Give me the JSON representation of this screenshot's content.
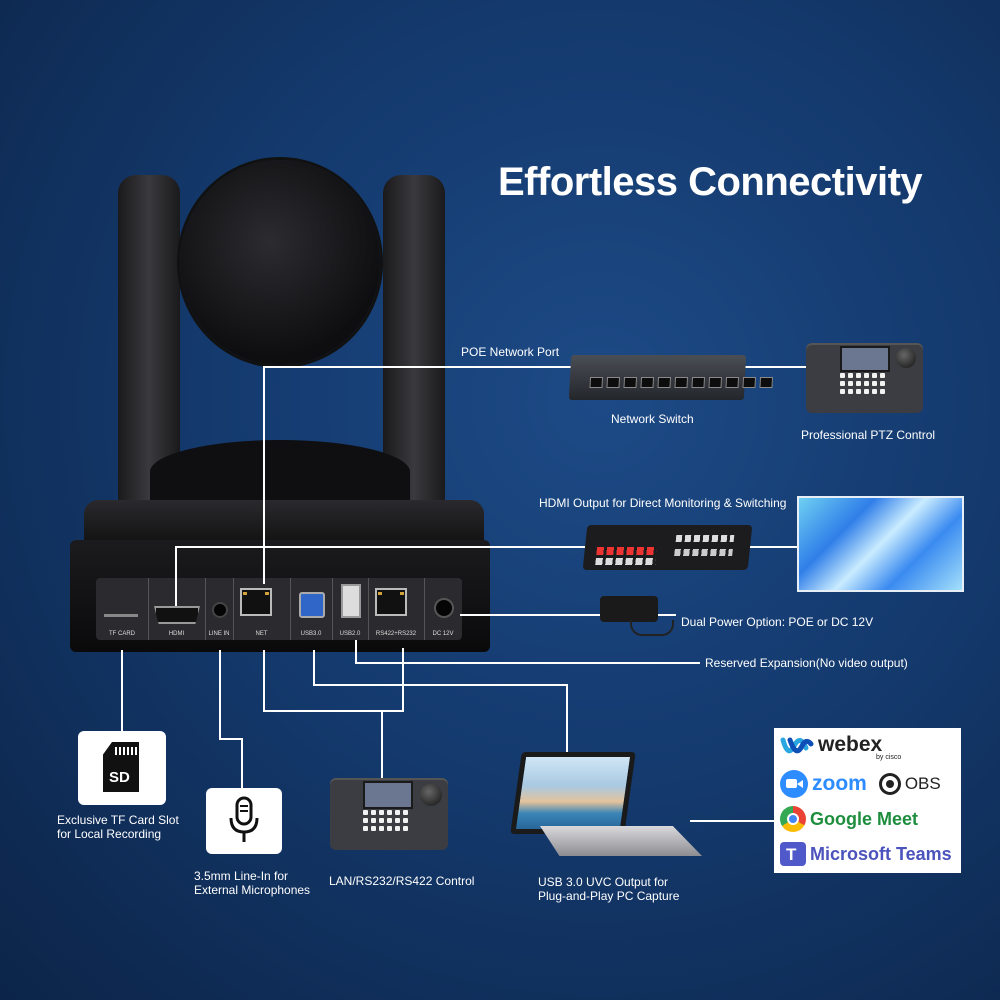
{
  "title": "Effortless Connectivity",
  "camera": {
    "ports": [
      {
        "label": "TF CARD"
      },
      {
        "label": "HDMI"
      },
      {
        "label": "LINE IN"
      },
      {
        "label": "NET"
      },
      {
        "label": "USB3.0"
      },
      {
        "label": "USB2.0"
      },
      {
        "label": "RS422+RS232"
      },
      {
        "label": "DC 12V"
      }
    ]
  },
  "labels": {
    "poe_port": "POE Network Port",
    "network_switch": "Network Switch",
    "ptz_control": "Professional PTZ Control",
    "hdmi_output": "HDMI Output for Direct Monitoring & Switching",
    "dual_power": "Dual Power Option: POE or DC 12V",
    "reserved": "Reserved Expansion(No video output)",
    "tf_slot_line1": "Exclusive TF Card Slot",
    "tf_slot_line2": "for Local Recording",
    "line_in_line1": "3.5mm Line-In for",
    "line_in_line2": "External Microphones",
    "serial_control": "LAN/RS232/RS422 Control",
    "usb_line1": "USB 3.0 UVC Output for",
    "usb_line2": "Plug-and-Play PC Capture"
  },
  "sd_text": "SD",
  "apps": {
    "webex": "webex",
    "webex_by": "by cisco",
    "zoom": "zoom",
    "obs": "OBS",
    "google_meet": "Google Meet",
    "teams": "Microsoft Teams"
  }
}
